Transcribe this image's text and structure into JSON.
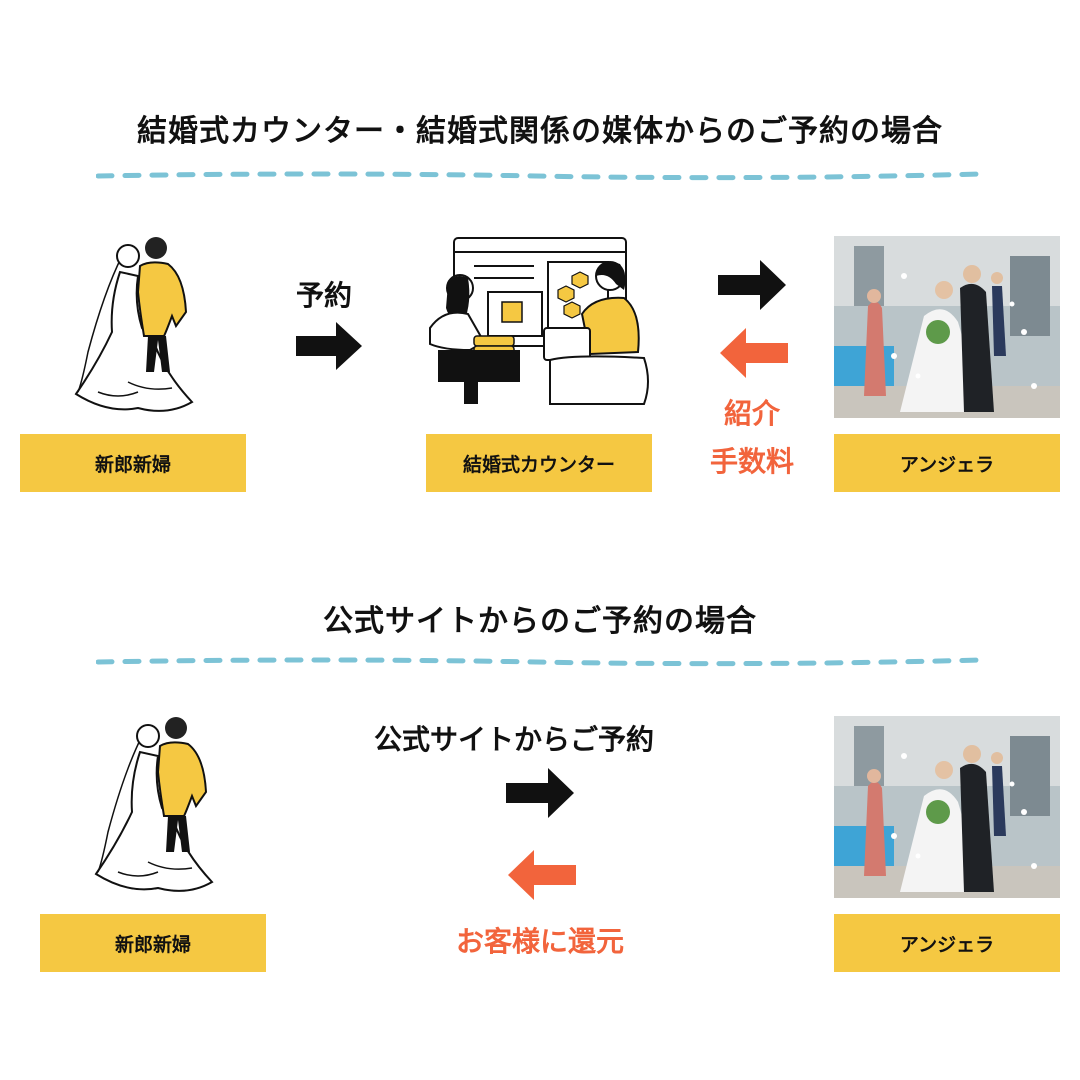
{
  "colors": {
    "label_bg": "#F5C842",
    "accent_orange": "#F2643C",
    "divider_blue": "#7CC3D6",
    "arrow_black": "#111111",
    "text_dark": "#111111"
  },
  "section1": {
    "title": "結婚式カウンター・結婚式関係の媒体からのご予約の場合",
    "couple_label": "新郎新婦",
    "counter_label": "結婚式カウンター",
    "venue_label": "アンジェラ",
    "reserve_caption": "予約",
    "fee_line1": "紹介",
    "fee_line2": "手数料"
  },
  "section2": {
    "title": "公式サイトからのご予約の場合",
    "couple_label": "新郎新婦",
    "venue_label": "アンジェラ",
    "reserve_caption": "公式サイトからご予約",
    "refund_caption": "お客様に還元"
  }
}
